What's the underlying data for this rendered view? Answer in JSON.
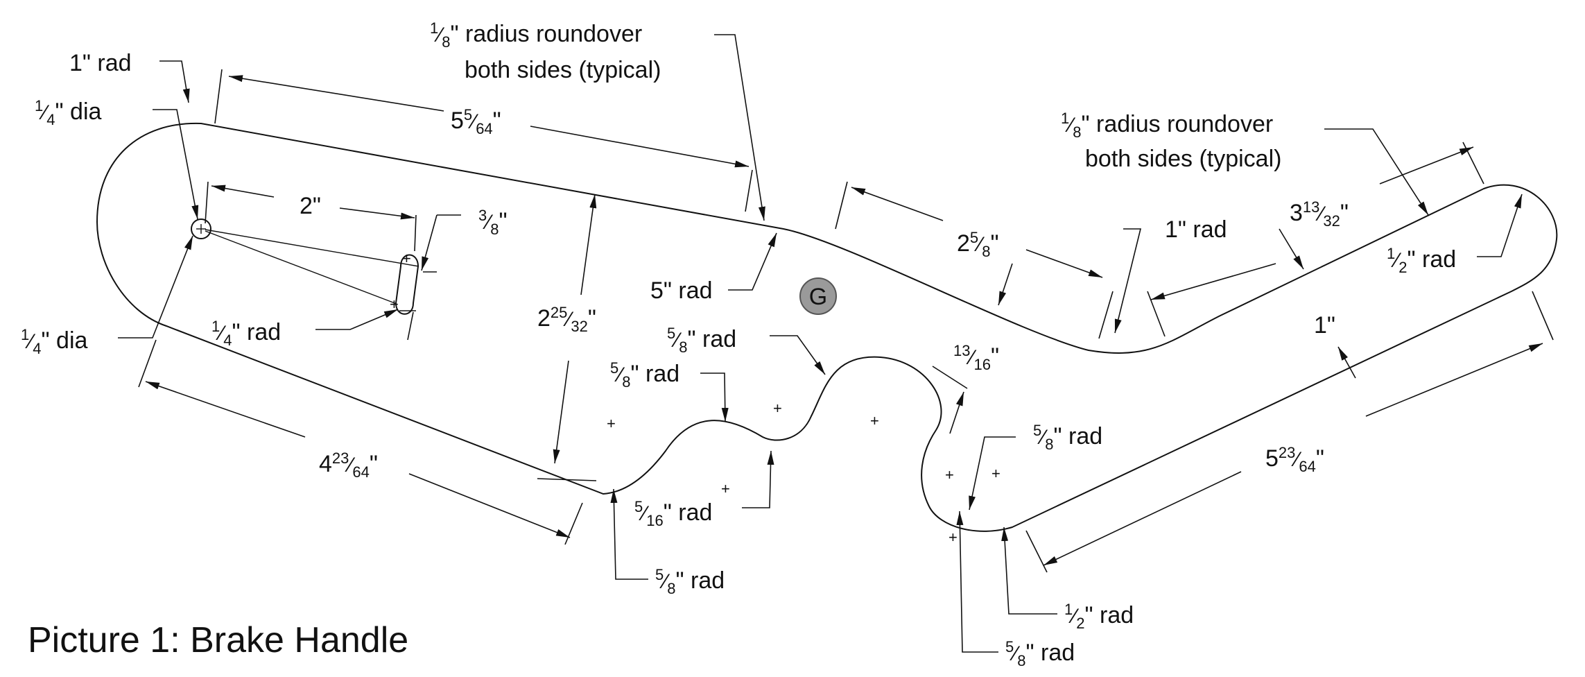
{
  "caption": "Picture 1: Brake Handle",
  "gravity_center_label": "G",
  "labels": {
    "rad_1in_top_left": {
      "whole": "1\" rad"
    },
    "dia_quarter_top": {
      "num": "1",
      "den": "4",
      "suffix": "\" dia"
    },
    "dia_quarter_bottom": {
      "num": "1",
      "den": "4",
      "suffix": "\" dia"
    },
    "dim_2in": {
      "whole": "2\""
    },
    "dim_3_8": {
      "num": "3",
      "den": "8",
      "suffix": "\""
    },
    "rad_quarter": {
      "num": "1",
      "den": "4",
      "suffix": "\" rad"
    },
    "dim_5_5_64": {
      "int": "5",
      "num": "5",
      "den": "64",
      "suffix": "\""
    },
    "roundover_1_line1": {
      "num": "1",
      "den": "8",
      "suffix": "\" radius roundover"
    },
    "roundover_1_line2": {
      "whole": "both sides (typical)"
    },
    "roundover_2_line1": {
      "num": "1",
      "den": "8",
      "suffix": "\" radius roundover"
    },
    "roundover_2_line2": {
      "whole": "both sides (typical)"
    },
    "rad_5in": {
      "whole": "5\" rad"
    },
    "dim_2_25_32": {
      "int": "2",
      "num": "25",
      "den": "32",
      "suffix": "\""
    },
    "rad_5_8_a": {
      "num": "5",
      "den": "8",
      "suffix": "\" rad"
    },
    "rad_5_8_b": {
      "num": "5",
      "den": "8",
      "suffix": "\" rad"
    },
    "rad_5_8_c": {
      "num": "5",
      "den": "8",
      "suffix": "\" rad"
    },
    "rad_5_8_d": {
      "num": "5",
      "den": "8",
      "suffix": "\" rad"
    },
    "rad_5_8_e": {
      "num": "5",
      "den": "8",
      "suffix": "\" rad"
    },
    "dim_2_5_8": {
      "int": "2",
      "num": "5",
      "den": "8",
      "suffix": "\""
    },
    "dim_13_16": {
      "num": "13",
      "den": "16",
      "suffix": "\""
    },
    "rad_1in_right": {
      "whole": "1\" rad"
    },
    "dim_3_13_32": {
      "int": "3",
      "num": "13",
      "den": "32",
      "suffix": "\""
    },
    "rad_half_right": {
      "num": "1",
      "den": "2",
      "suffix": "\" rad"
    },
    "rad_half_bottom": {
      "num": "1",
      "den": "2",
      "suffix": "\" rad"
    },
    "dim_1in": {
      "whole": "1\""
    },
    "dim_4_23_64": {
      "int": "4",
      "num": "23",
      "den": "64",
      "suffix": "\""
    },
    "dim_5_23_64": {
      "int": "5",
      "num": "23",
      "den": "64",
      "suffix": "\""
    },
    "rad_5_16": {
      "num": "5",
      "den": "16",
      "suffix": "\" rad"
    }
  }
}
